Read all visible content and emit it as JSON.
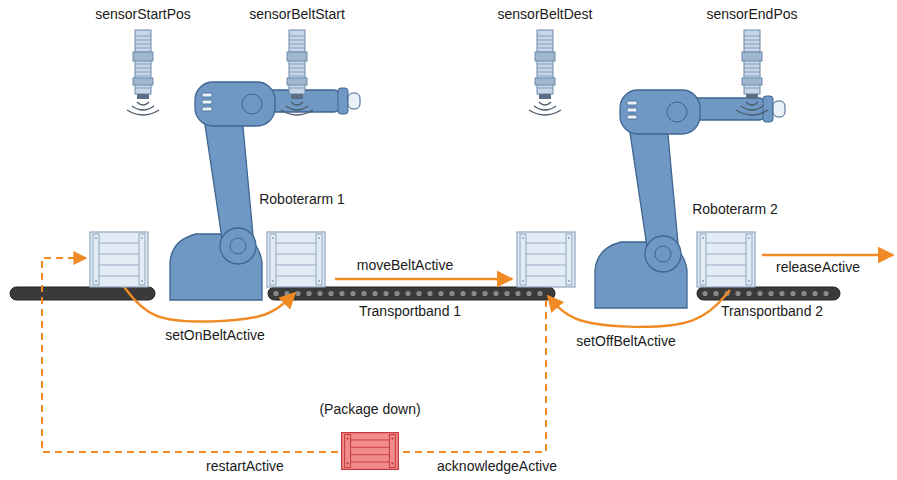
{
  "diagram": {
    "nodes": [
      {
        "text": [
          "(Package down)"
        ]
      }
    ],
    "labels": [
      "sensorStartPos",
      "sensorBeltStart",
      "sensorBeltDest",
      "sensorEndPos",
      "Roboterarm 1",
      "Roboterarm 2",
      "moveBeltActive",
      "releaseActive",
      "Transportband 1",
      "Transportband 2",
      "setOnBeltActive",
      "setOffBeltActive",
      "restartActive",
      "acknowledgeActive"
    ]
  }
}
